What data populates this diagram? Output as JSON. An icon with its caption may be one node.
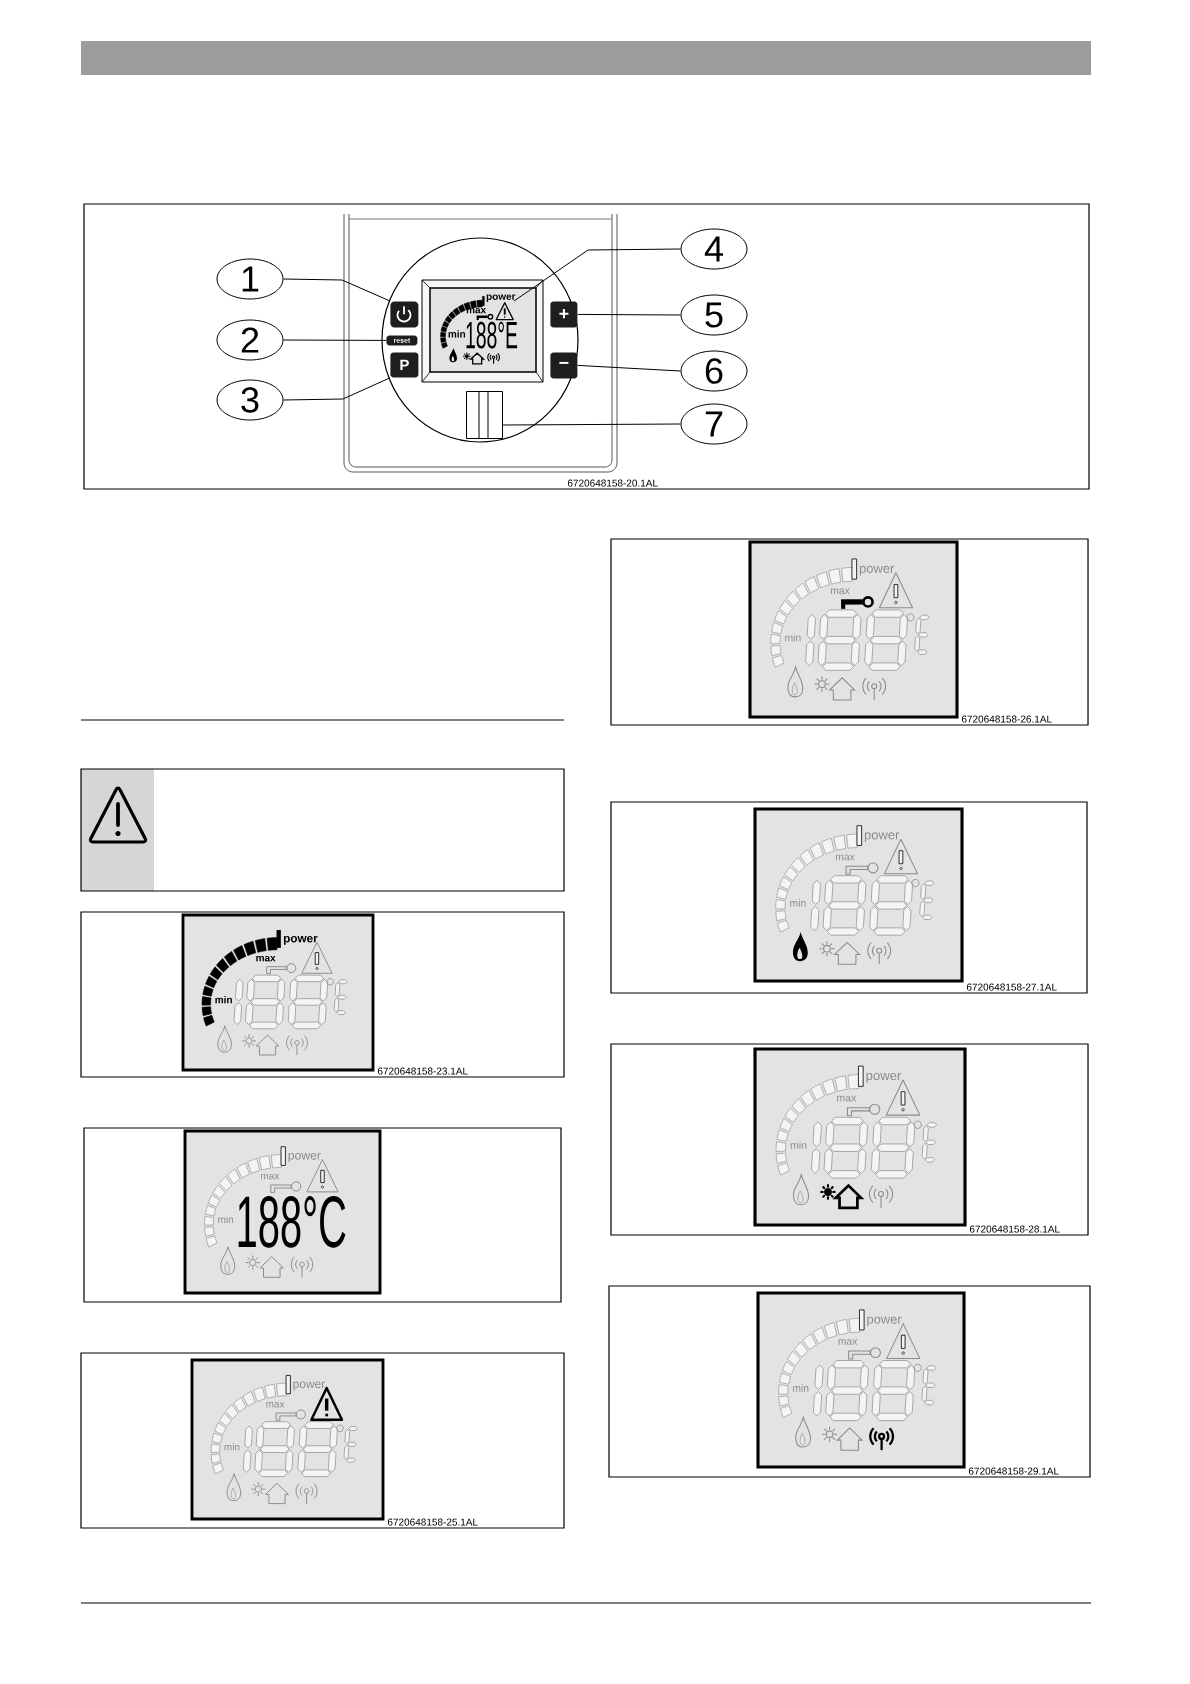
{
  "diagram": {
    "nodes": [
      {
        "text": [
          "1"
        ]
      },
      {
        "text": [
          "2"
        ]
      },
      {
        "text": [
          "3"
        ]
      },
      {
        "text": [
          "4"
        ]
      },
      {
        "text": [
          "5"
        ]
      },
      {
        "text": [
          "6"
        ]
      },
      {
        "text": [
          "7"
        ]
      },
      {
        "text": [],
        "shape": "box"
      },
      {
        "text": [
          "reset"
        ]
      },
      {
        "text": [
          "P"
        ]
      },
      {
        "text": [
          "power",
          "max",
          "min",
          "188°E"
        ]
      },
      {
        "text": [
          "+"
        ]
      },
      {
        "text": [
          "−"
        ]
      },
      {
        "text": [],
        "shape": "box"
      },
      {
        "text": [
          "power",
          "max",
          "min"
        ]
      },
      {
        "text": [
          "power",
          "max",
          "min",
          "188°C"
        ]
      },
      {
        "text": [
          "power",
          "max",
          "min"
        ]
      },
      {
        "text": [
          "power",
          "max",
          "min"
        ]
      },
      {
        "text": [
          "power",
          "max",
          "min"
        ]
      },
      {
        "text": [
          "power",
          "max",
          "min"
        ]
      },
      {
        "text": [
          "power",
          "max",
          "min"
        ]
      }
    ],
    "edges": [
      {
        "from": 0,
        "to": 7,
        "arrow": "none"
      },
      {
        "from": 1,
        "to": 8,
        "arrow": "none"
      },
      {
        "from": 2,
        "to": 9,
        "arrow": "none"
      },
      {
        "from": 3,
        "to": 10,
        "arrow": "none"
      },
      {
        "from": 4,
        "to": 11,
        "arrow": "none"
      },
      {
        "from": 5,
        "to": 12,
        "arrow": "none"
      },
      {
        "from": 6,
        "to": 13,
        "arrow": "none"
      }
    ],
    "labels": [
      "6720648158-20.1AL",
      "6720648158-23.1AL",
      "6720648158-25.1AL",
      "6720648158-26.1AL",
      "6720648158-27.1AL",
      "6720648158-28.1AL",
      "6720648158-29.1AL"
    ]
  }
}
